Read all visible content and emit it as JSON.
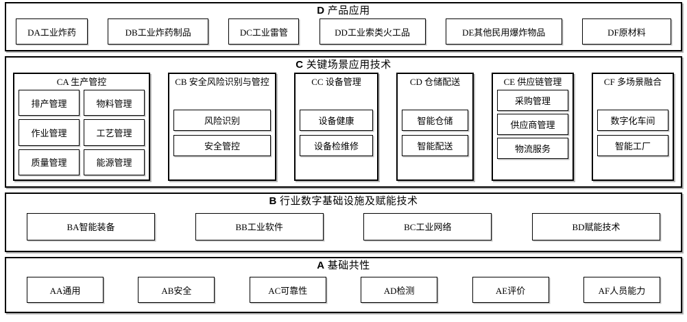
{
  "diagram": {
    "title_code_style": "bold-latin-prefix",
    "bands": {
      "d": {
        "code": "D",
        "title": "产品应用",
        "items": [
          {
            "label": "DA工业炸药",
            "width": 105
          },
          {
            "label": "DB工业炸药制品",
            "width": 147
          },
          {
            "label": "DC工业雷管",
            "width": 103
          },
          {
            "label": "DD工业索类火工品",
            "width": 155
          },
          {
            "label": "DE其他民用爆炸物品",
            "width": 170
          },
          {
            "label": "DF原材料",
            "width": 130
          }
        ]
      },
      "c": {
        "code": "C",
        "title": "关键场景应用技术",
        "columns": [
          {
            "code": "CA",
            "title": "CA  生产管控",
            "layout": "grid2",
            "items": [
              "排产管理",
              "物料管理",
              "作业管理",
              "工艺管理",
              "质量管理",
              "能源管理"
            ]
          },
          {
            "code": "CB",
            "title": "CB  安全风险识别与管控",
            "layout": "centered",
            "items": [
              "风险识别",
              "安全管控"
            ]
          },
          {
            "code": "CC",
            "title": "CC  设备管理",
            "layout": "centered",
            "items": [
              "设备健康",
              "设备检维修"
            ]
          },
          {
            "code": "CD",
            "title": "CD  仓储配送",
            "layout": "centered",
            "items": [
              "智能仓储",
              "智能配送"
            ]
          },
          {
            "code": "CE",
            "title": "CE  供应链管理",
            "layout": "tight",
            "items": [
              "采购管理",
              "供应商管理",
              "物流服务"
            ]
          },
          {
            "code": "CF",
            "title": "CF  多场景融合",
            "layout": "centered",
            "items": [
              "数字化车间",
              "智能工厂"
            ]
          }
        ]
      },
      "b": {
        "code": "B",
        "title": "行业数字基础设施及赋能技术",
        "items": [
          "BA智能装备",
          "BB工业软件",
          "BC工业网络",
          "BD赋能技术"
        ]
      },
      "a": {
        "code": "A",
        "title": "基础共性",
        "items": [
          "AA通用",
          "AB安全",
          "AC可靠性",
          "AD检测",
          "AE评价",
          "AF人员能力"
        ]
      }
    },
    "colors": {
      "background": "#ffffff",
      "border": "#000000",
      "shadow": "#787878",
      "text": "#000000"
    }
  }
}
